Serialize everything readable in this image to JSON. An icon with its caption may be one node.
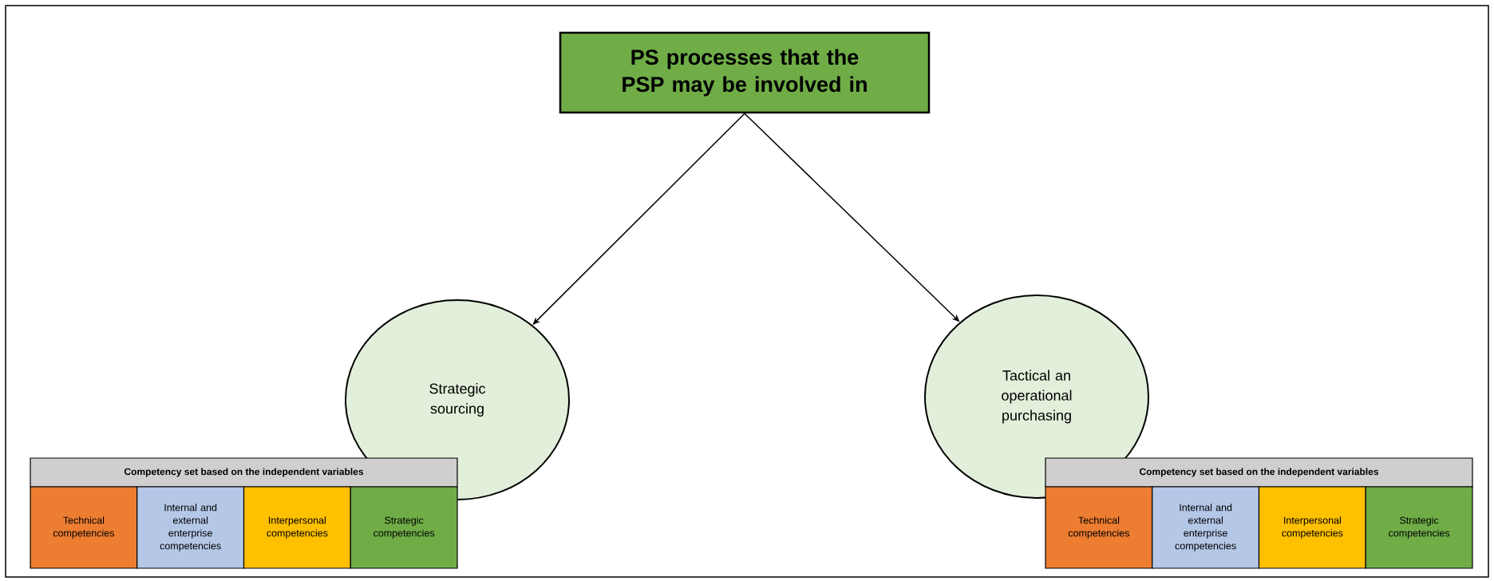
{
  "diagram": {
    "nodes": [
      {
        "text": [
          "PS processes that the PSP may be involved in"
        ]
      },
      {
        "text": [
          "Strategic sourcing"
        ]
      },
      {
        "text": [
          "Tactical an operational purchasing"
        ]
      },
      {
        "text": [
          "Competency set based on the independent variables"
        ]
      },
      {
        "text": [
          "Technical competencies"
        ]
      },
      {
        "text": [
          "Internal and external enterprise competencies"
        ]
      },
      {
        "text": [
          "Interpersonal competencies"
        ]
      },
      {
        "text": [
          "Strategic competencies"
        ]
      },
      {
        "text": [
          "Competency set based on the independent variables"
        ]
      },
      {
        "text": [
          "Technical competencies"
        ]
      },
      {
        "text": [
          "Internal and external enterprise competencies"
        ]
      },
      {
        "text": [
          "Interpersonal competencies"
        ]
      },
      {
        "text": [
          "Strategic competencies"
        ]
      }
    ],
    "edges": [
      {
        "from": 0,
        "to": 1,
        "arrow": "to"
      },
      {
        "from": 0,
        "to": 2,
        "arrow": "to"
      }
    ]
  }
}
